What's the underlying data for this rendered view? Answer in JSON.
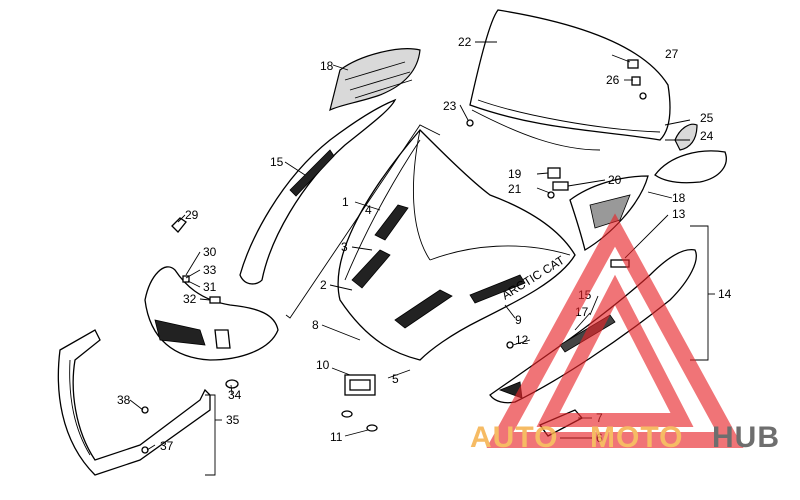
{
  "diagram": {
    "callouts": {
      "c1": "1",
      "c2": "2",
      "c3": "3",
      "c4": "4",
      "c5": "5",
      "c6": "6",
      "c7": "7",
      "c8": "8",
      "c9": "9",
      "c10": "10",
      "c11": "11",
      "c12": "12",
      "c13": "13",
      "c14": "14",
      "c15a": "15",
      "c15b": "15",
      "c17": "17",
      "c18a": "18",
      "c18b": "18",
      "c19": "19",
      "c20": "20",
      "c21": "21",
      "c22": "22",
      "c23": "23",
      "c24": "24",
      "c25": "25",
      "c26": "26",
      "c27": "27",
      "c29": "29",
      "c30": "30",
      "c31": "31",
      "c32": "32",
      "c33": "33",
      "c34": "34",
      "c35": "35",
      "c37": "37",
      "c38": "38"
    },
    "hood_logo": "ARCTIC CAT"
  },
  "watermark": {
    "part1": "AUTO",
    "part2": "MOTO",
    "part3": "HUB",
    "color_auto": "#f5b04a",
    "color_moto": "#f5b04a",
    "color_hub": "#555555",
    "triangle_color": "#e8252a"
  }
}
